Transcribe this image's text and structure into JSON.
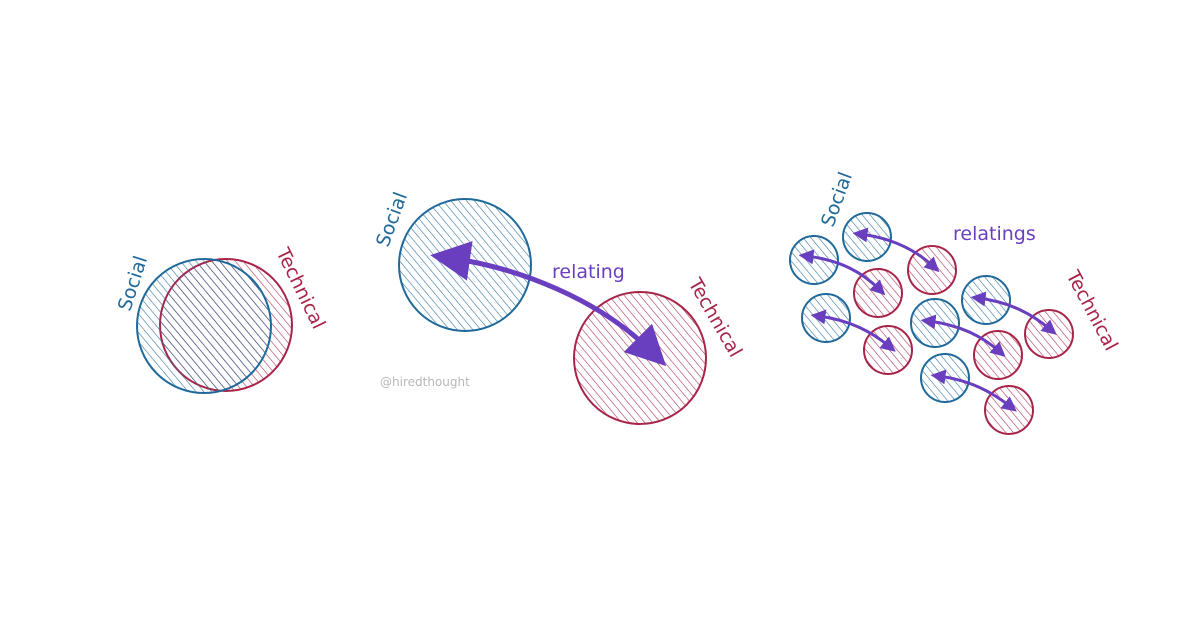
{
  "colors": {
    "social": "#1f6a9a",
    "technical": "#a8254a",
    "relating": "#6a3fbf",
    "credit": "#b8b8b8"
  },
  "panel_left": {
    "social_label": "Social",
    "technical_label": "Technical"
  },
  "panel_middle": {
    "social_label": "Social",
    "relating_label": "relating",
    "technical_label": "Technical"
  },
  "panel_right": {
    "social_label": "Social",
    "relatings_label": "relatings",
    "technical_label": "Technical"
  },
  "credit": "@hiredthought"
}
